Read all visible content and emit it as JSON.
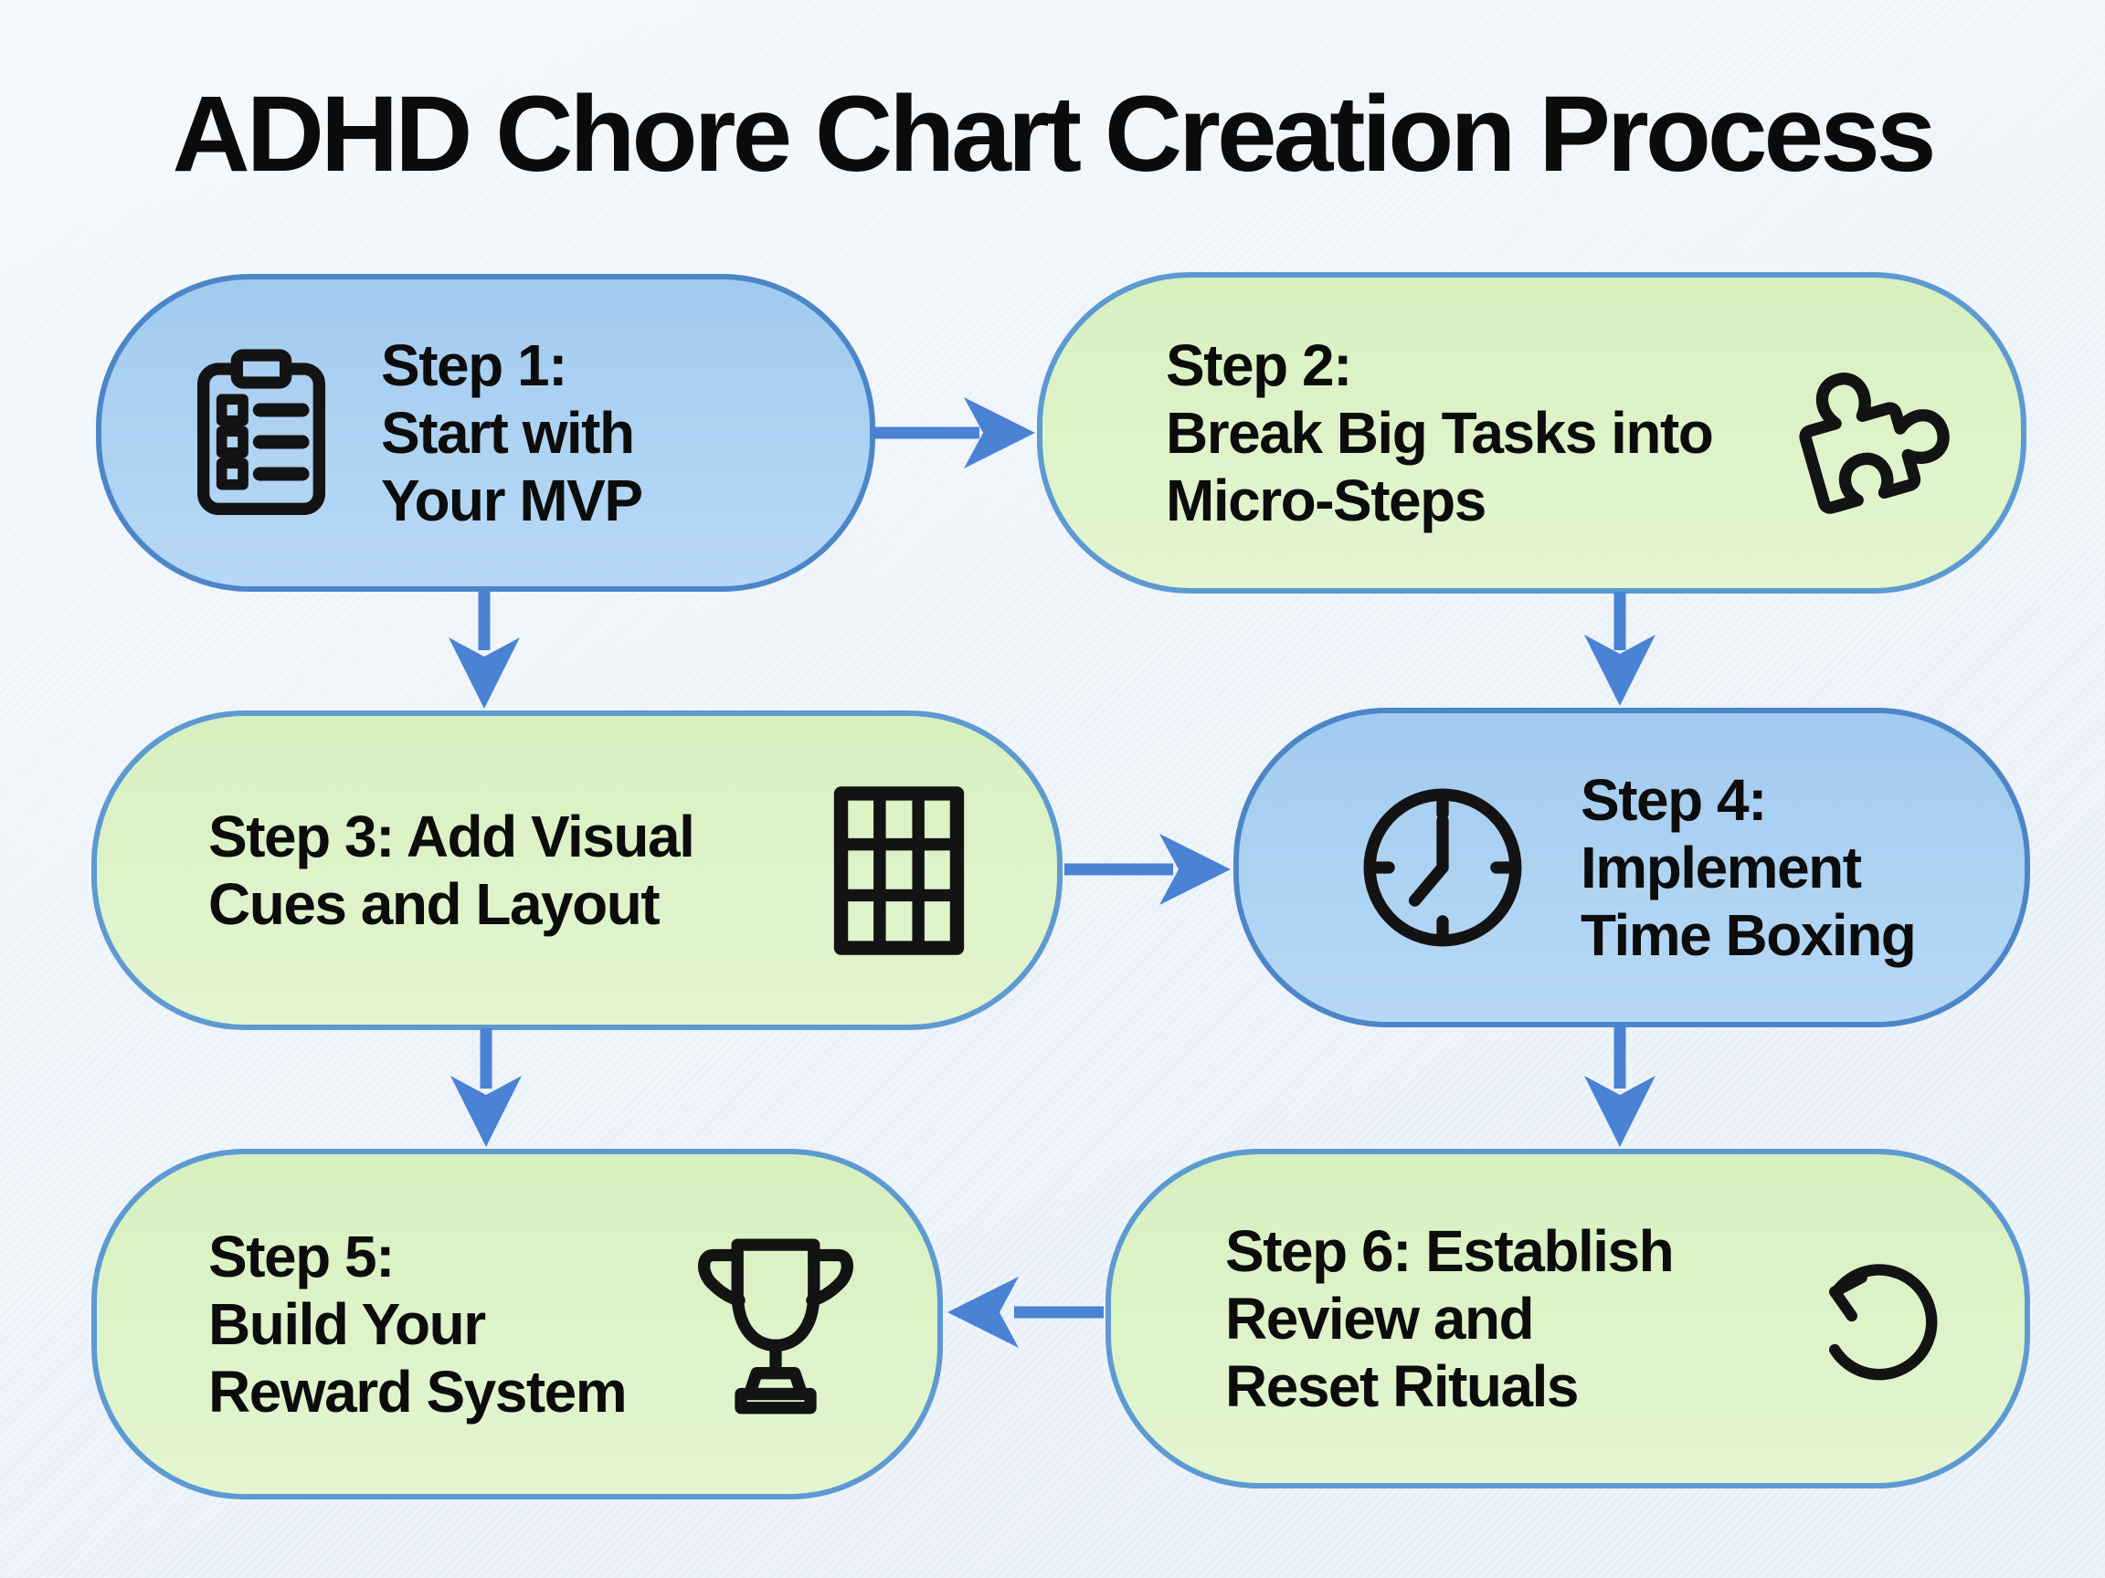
{
  "title": "ADHD Chore Chart Creation Process",
  "colors": {
    "background": "#edf3f9",
    "node_blue_fill": "#a9cff1",
    "node_blue_border": "#4c86c9",
    "node_green_fill": "#dcf2c6",
    "node_green_border": "#5d9ad2",
    "arrow": "#4a82d4",
    "text": "#0c0c0c",
    "icon": "#131313"
  },
  "steps": [
    {
      "id": 1,
      "color": "blue",
      "icon": "clipboard-icon",
      "icon_side": "left",
      "lines": [
        "Step 1:",
        "Start with",
        "Your MVP"
      ]
    },
    {
      "id": 2,
      "color": "green",
      "icon": "puzzle-icon",
      "icon_side": "right",
      "lines": [
        "Step 2:",
        "Break Big Tasks into",
        "Micro-Steps"
      ]
    },
    {
      "id": 3,
      "color": "green",
      "icon": "grid-icon",
      "icon_side": "right",
      "lines": [
        "Step 3: Add Visual",
        "Cues and Layout"
      ]
    },
    {
      "id": 4,
      "color": "blue",
      "icon": "clock-icon",
      "icon_side": "left",
      "lines": [
        "Step 4:",
        "Implement",
        "Time Boxing"
      ]
    },
    {
      "id": 5,
      "color": "green",
      "icon": "trophy-icon",
      "icon_side": "right",
      "lines": [
        "Step 5:",
        "Build Your",
        "Reward System"
      ]
    },
    {
      "id": 6,
      "color": "green",
      "icon": "refresh-icon",
      "icon_side": "right",
      "lines": [
        "Step 6: Establish",
        "Review and",
        "Reset Rituals"
      ]
    }
  ],
  "connections": [
    {
      "from": 1,
      "to": 2
    },
    {
      "from": 1,
      "to": 3
    },
    {
      "from": 2,
      "to": 4
    },
    {
      "from": 3,
      "to": 4
    },
    {
      "from": 3,
      "to": 5
    },
    {
      "from": 4,
      "to": 6
    },
    {
      "from": 6,
      "to": 5
    }
  ]
}
